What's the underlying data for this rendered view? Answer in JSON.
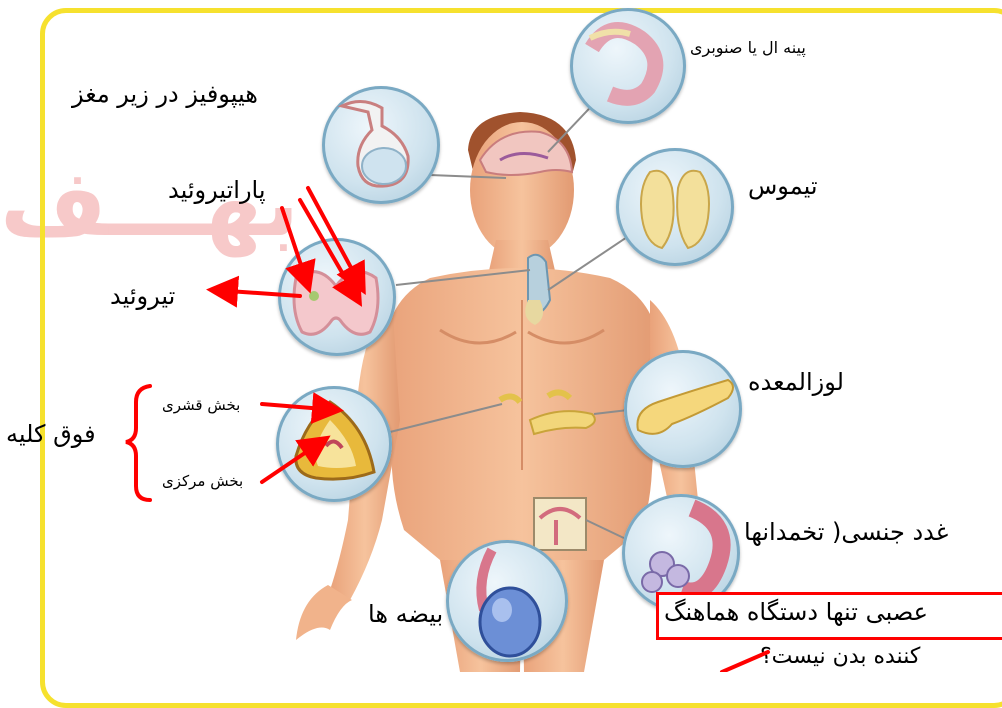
{
  "labels": {
    "pineal": "پینه ال یا صنوبری",
    "hypophysis": "هیپوفیز در زیر مغز",
    "thymus": "تیموس",
    "parathyroid": "پاراتیروئید",
    "thyroid": "تیروئید",
    "pancreas": "لوزالمعده",
    "adrenal": "فوق کلیه",
    "adrenal_cortex": "بخش قشری",
    "adrenal_medulla": "بخش مرکزی",
    "ovaries": "غدد جنسی( تخمدانها",
    "testes": "بیضه ها",
    "question_line1": "عصبی تنها دستگاه هماهنگ",
    "question_line2": "کننده بدن نیست؟"
  },
  "watermark": "بهـــف",
  "colors": {
    "frame": "#f6e12e",
    "arrow": "#ff0000",
    "skin": "#f2b48c",
    "leader_line": "#8c8c8c",
    "watermark": "#f7c9c9"
  }
}
